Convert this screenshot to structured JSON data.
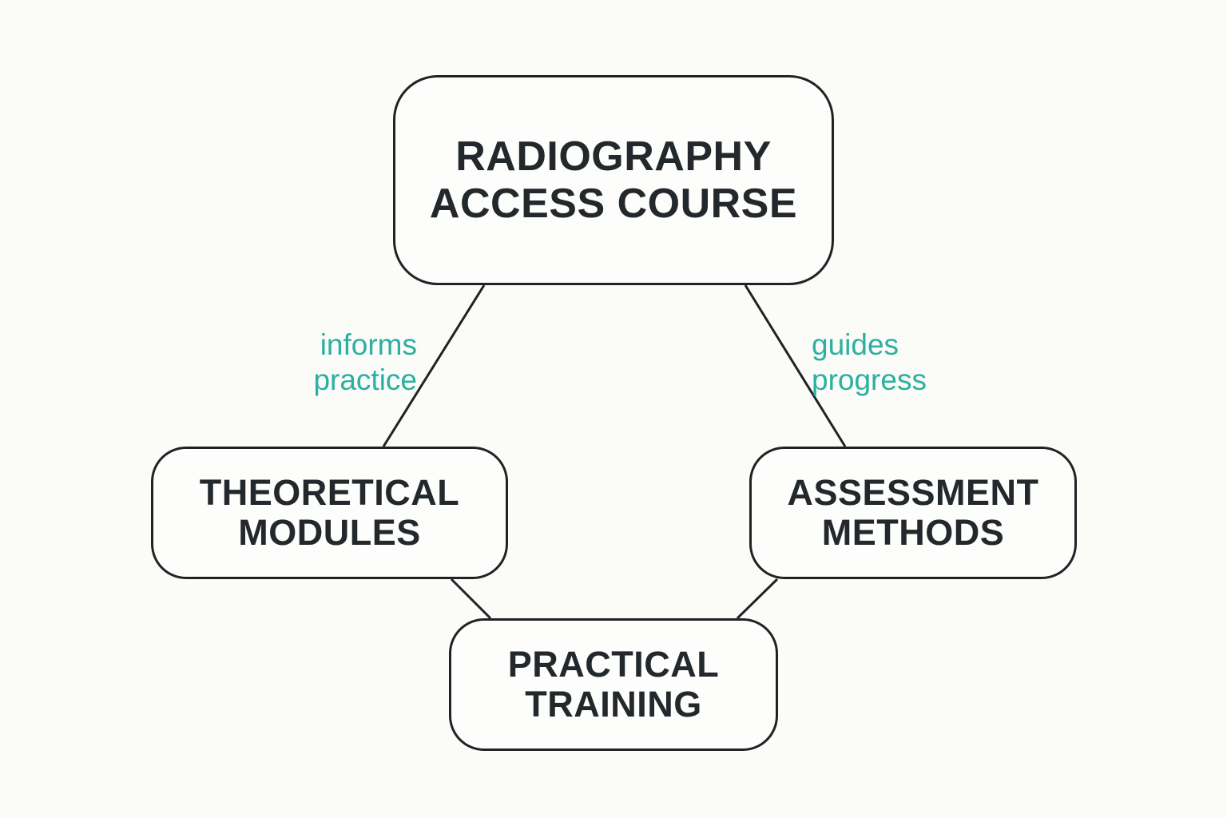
{
  "diagram": {
    "nodes": {
      "main": {
        "line1": "RADIOGRAPHY",
        "line2": "ACCESS COURSE"
      },
      "theory": {
        "line1": "THEORETICAL",
        "line2": "MODULES"
      },
      "assessment": {
        "line1": "ASSESSMENT",
        "line2": "METHODS"
      },
      "practical": {
        "line1": "PRACTICAL",
        "line2": "TRAINING"
      }
    },
    "edges": {
      "main_to_theory": {
        "line1": "informs",
        "line2": "practice"
      },
      "main_to_assessment": {
        "line1": "guides",
        "line2": "progress"
      }
    },
    "colors": {
      "stroke": "#1f2326",
      "text": "#22282c",
      "edge_label": "#2bb0a1",
      "background": "#fbfbf8"
    }
  }
}
